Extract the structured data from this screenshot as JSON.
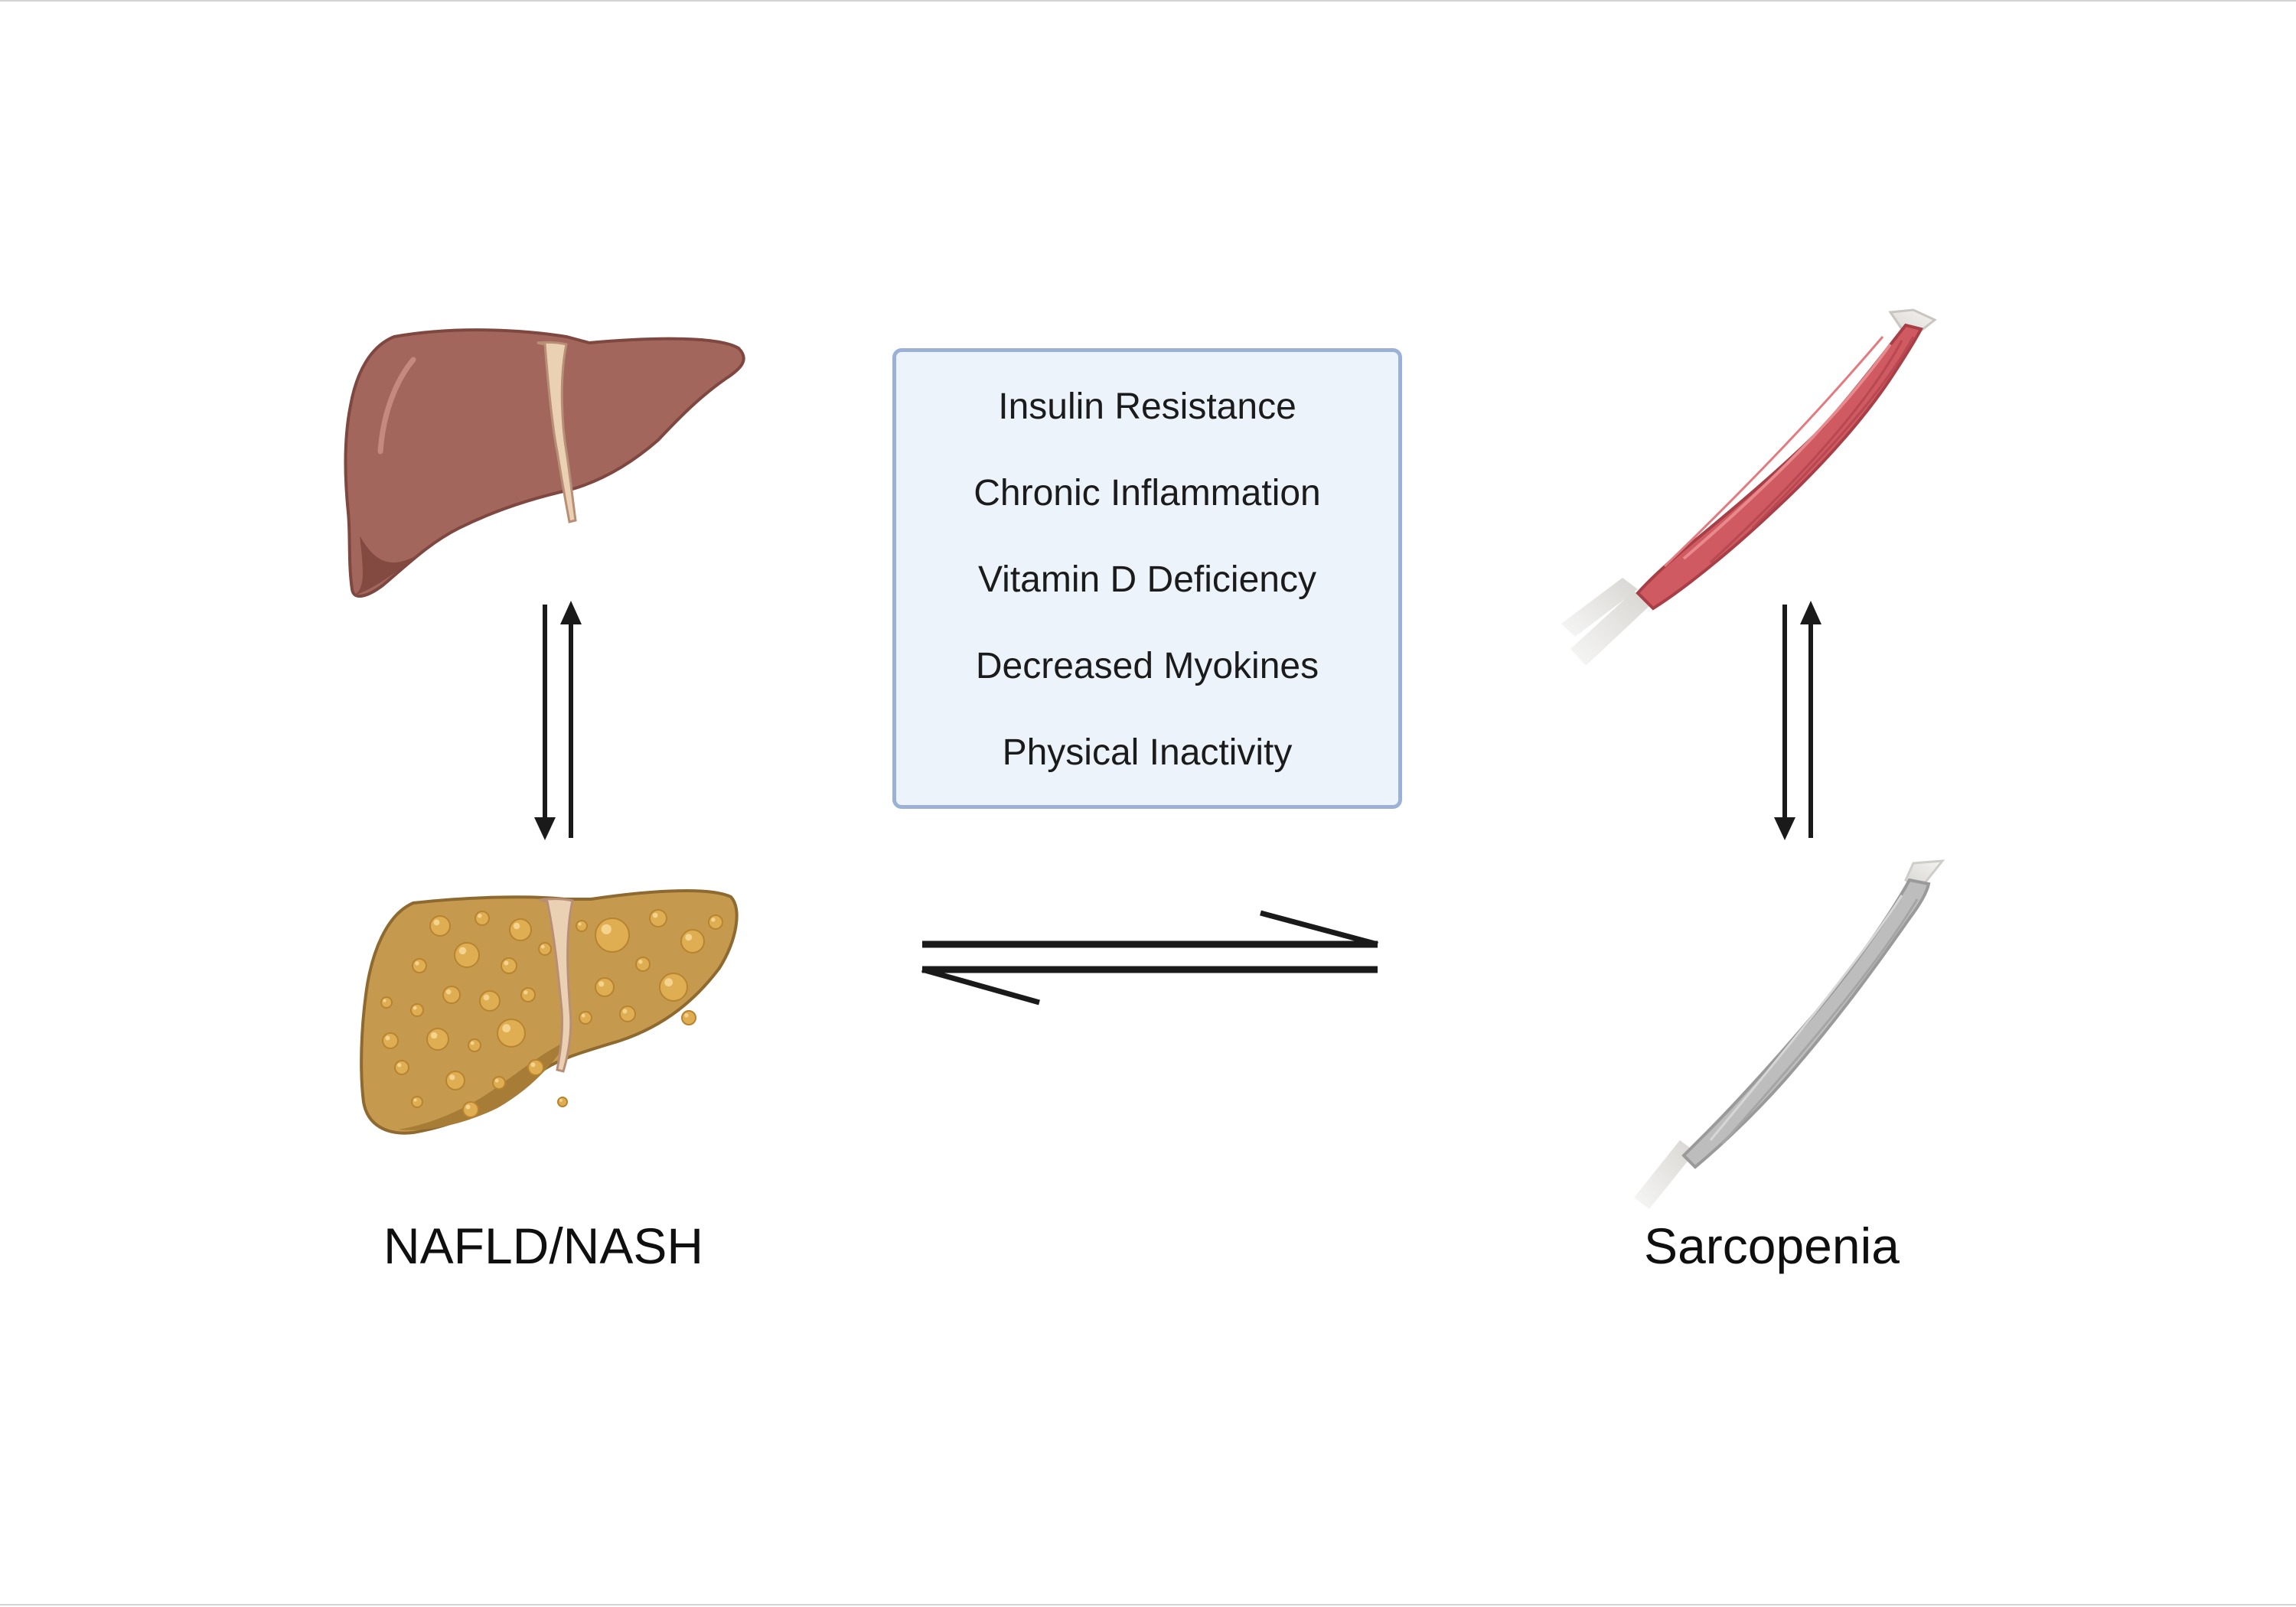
{
  "factors": {
    "title": "",
    "items": [
      "Insulin Resistance",
      "Chronic Inflammation",
      "Vitamin D Deficiency",
      "Decreased Myokines",
      "Physical Inactivity"
    ]
  },
  "labels": {
    "left": "NAFLD/NASH",
    "right": "Sarcopenia"
  },
  "icons": {
    "healthy_liver": "healthy-liver-icon",
    "fatty_liver": "fatty-liver-icon",
    "healthy_muscle": "healthy-muscle-icon",
    "atrophied_muscle": "atrophied-muscle-icon",
    "arrows": "bidirectional-arrow-icon"
  },
  "colors": {
    "healthy_liver": "#a3665c",
    "fatty_liver": "#c69a4e",
    "fat_droplet": "#e0ae52",
    "healthy_muscle": "#cf5a61",
    "atrophied_muscle": "#bdbdbd",
    "tendon": "#e4e2de",
    "box_fill": "#edf3fb",
    "box_border": "#9cb1d6",
    "arrow": "#1a1a1a"
  }
}
